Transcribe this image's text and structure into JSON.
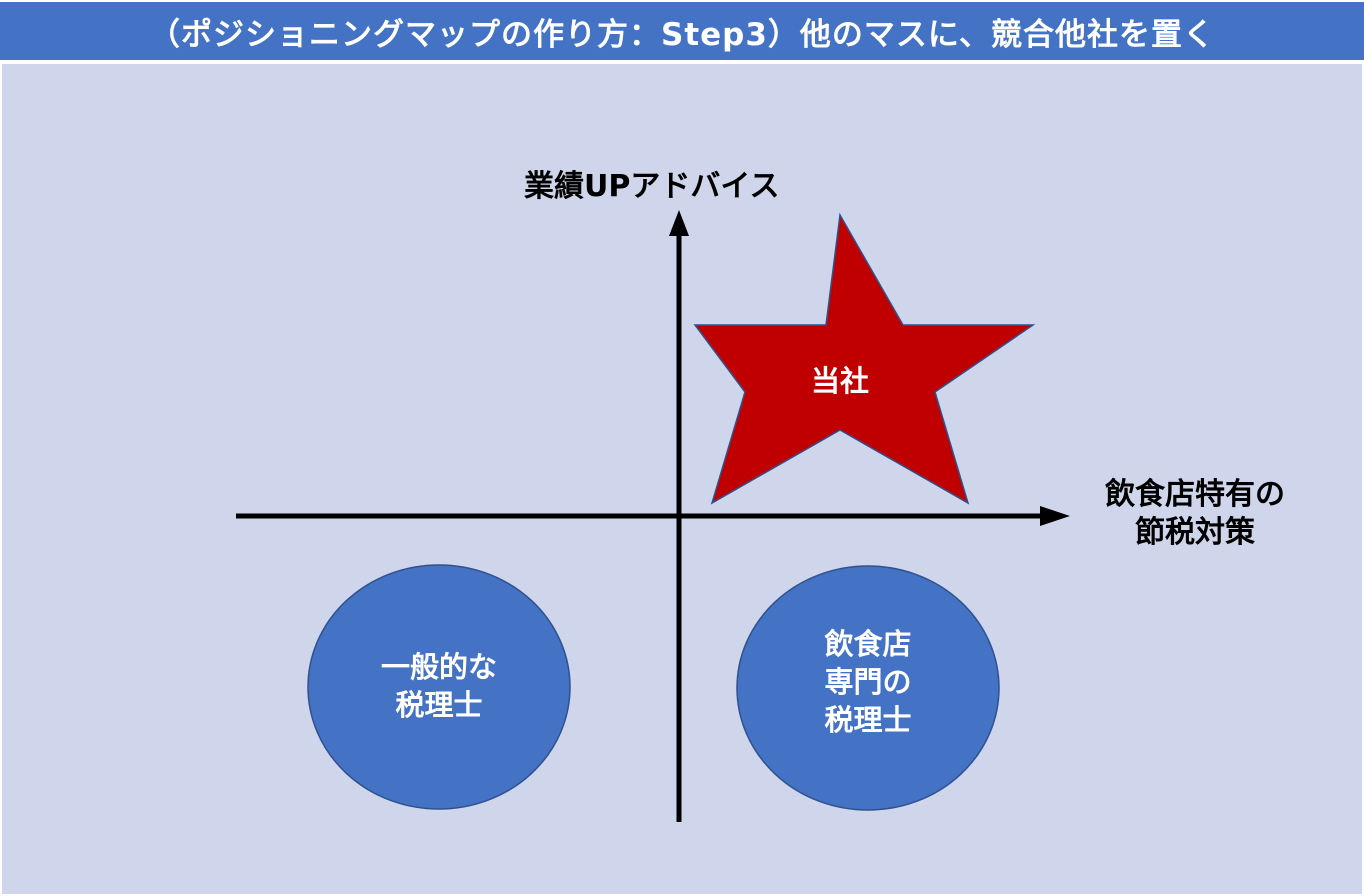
{
  "title": "（ポジショニングマップの作り方：Step3）他のマスに、競合他社を置く",
  "axes": {
    "y_label": "業績UPアドバイス",
    "x_label_line1": "飲食店特有の",
    "x_label_line2": "節税対策"
  },
  "items": {
    "star": {
      "line1": "当社",
      "color": "#c00000"
    },
    "ellipse_left": {
      "line1": "一般的な",
      "line2": "税理士",
      "color": "#4472c4"
    },
    "ellipse_right": {
      "line1": "飲食店",
      "line2": "専門の",
      "line3": "税理士",
      "color": "#4472c4"
    }
  },
  "colors": {
    "title_bg": "#4472c4",
    "canvas_bg": "#cfd5ea",
    "axis": "#000000"
  }
}
